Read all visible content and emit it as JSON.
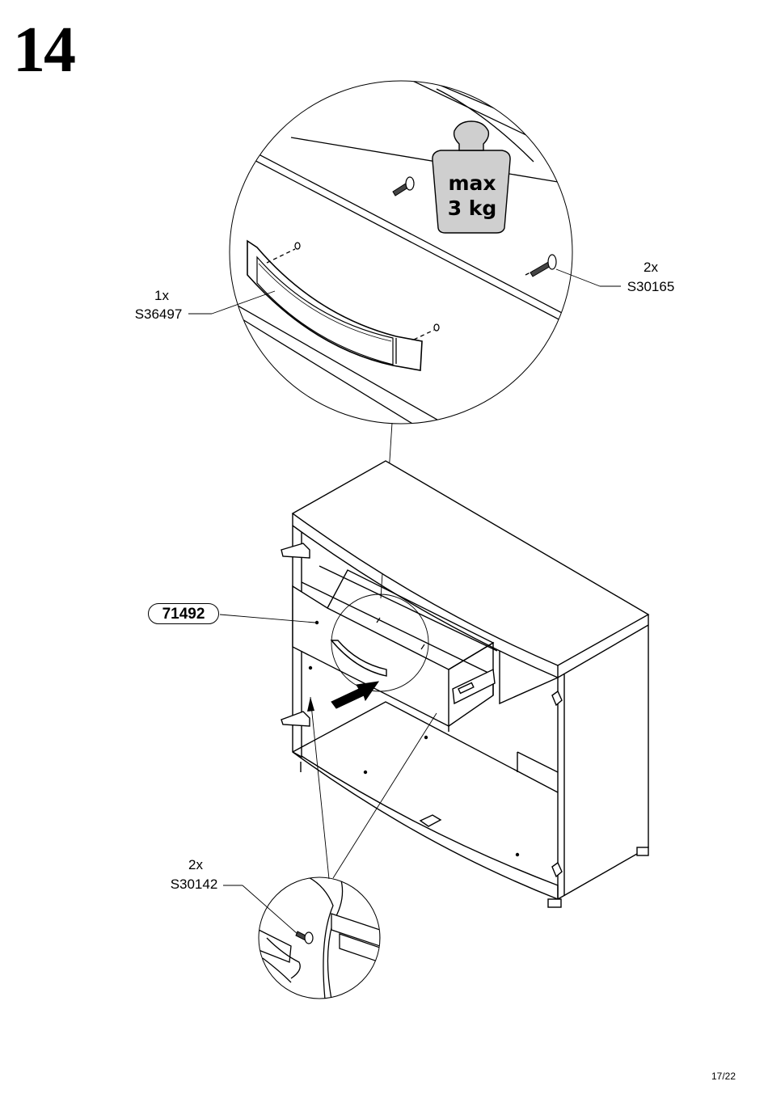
{
  "step": {
    "number": "14"
  },
  "weight_limit": {
    "line1": "max",
    "line2": "3 kg"
  },
  "callouts": {
    "handle": {
      "qty": "1x",
      "code": "S36497"
    },
    "handle_screws": {
      "qty": "2x",
      "code": "S30165"
    },
    "drawer_screws": {
      "qty": "2x",
      "code": "S30142"
    }
  },
  "drawer_part": {
    "code": "71492"
  },
  "footer": {
    "page": "17/22"
  }
}
